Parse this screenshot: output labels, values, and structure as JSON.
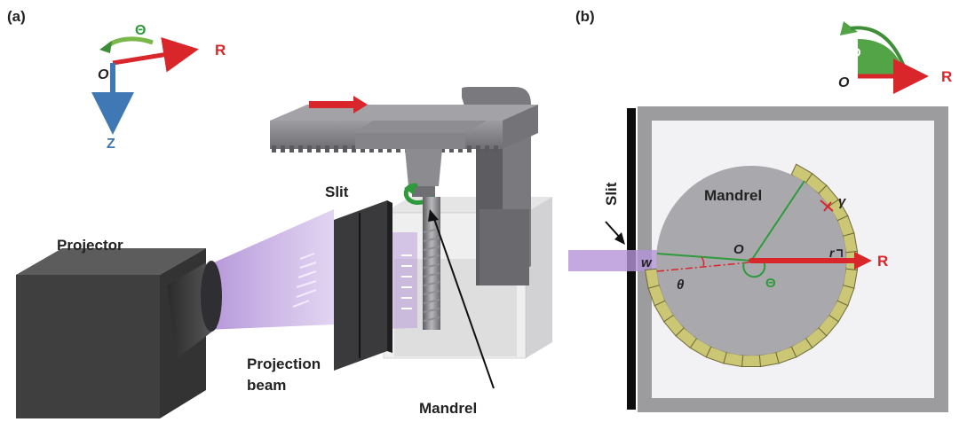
{
  "panel_a": {
    "label": "(a)",
    "axes": {
      "theta": "Θ",
      "r": "R",
      "origin": "O",
      "z": "Z"
    },
    "projector_label": "Projector",
    "beam_label_1": "Projection",
    "beam_label_2": "beam",
    "slit_label": "Slit",
    "mandrel_label": "Mandrel"
  },
  "panel_b": {
    "label": "(b)",
    "axes": {
      "theta": "Θ",
      "r": "R",
      "origin": "O"
    },
    "slit_label": "Slit",
    "mandrel_label": "Mandrel",
    "w_label": "w",
    "theta_small": "θ",
    "theta_cap": "Θ",
    "gamma": "γ",
    "r_small": "r",
    "origin": "O",
    "R": "R"
  },
  "colors": {
    "red": "#d9262b",
    "green": "#2e9a3c",
    "blue": "#3f78b4",
    "purple": "#b595d6",
    "dark": "#3c3c3c",
    "grey": "#7d7d7f",
    "mandrel": "#a9a8ac",
    "tile": "#ccc774"
  }
}
